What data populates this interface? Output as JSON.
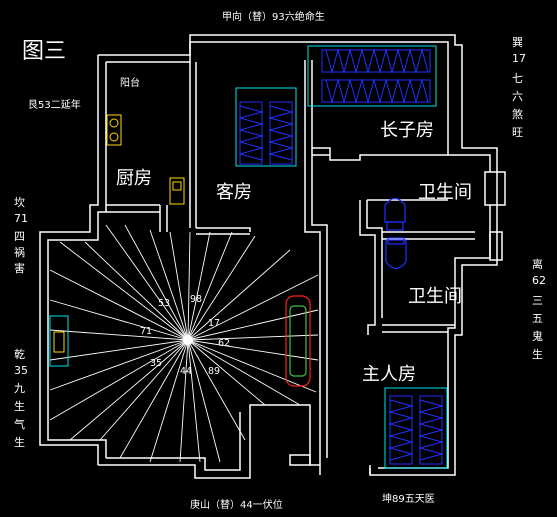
{
  "figure_label": "图三",
  "orientation": {
    "top": "甲向（替）93六绝命生",
    "bottom_left": "庚山（替）44一伏位",
    "bottom_right": "坤89五天医",
    "left_upper_inner": "艮53二延年",
    "left_upper": [
      "坎",
      "71",
      "四",
      "祸",
      "害"
    ],
    "left_lower": [
      "乾",
      "35",
      "九",
      "生",
      "气",
      "生"
    ],
    "right_upper": [
      "巽",
      "17",
      "七",
      "六",
      "煞",
      "旺"
    ],
    "right_lower": [
      "离",
      "62",
      "三",
      "五",
      "鬼",
      "生"
    ]
  },
  "rooms": {
    "balcony": "阳台",
    "kitchen": "厨房",
    "guest_room": "客房",
    "eldest_son_room": "长子房",
    "bathroom_1": "卫生间",
    "bathroom_2": "卫生间",
    "master_bedroom": "主人房"
  },
  "compass_numbers": {
    "n53": "53",
    "n98": "98",
    "n17": "17",
    "n71": "71",
    "n62": "62",
    "n35": "35",
    "n44": "44",
    "n89": "89"
  },
  "colors": {
    "background": "#000000",
    "wall": "#ffffff",
    "furniture_cyan": "#00e5ee",
    "furniture_blue": "#2030ff",
    "fixture_yellow": "#ffd700",
    "fixture_red": "#ff2020",
    "fixture_green": "#40c040"
  }
}
